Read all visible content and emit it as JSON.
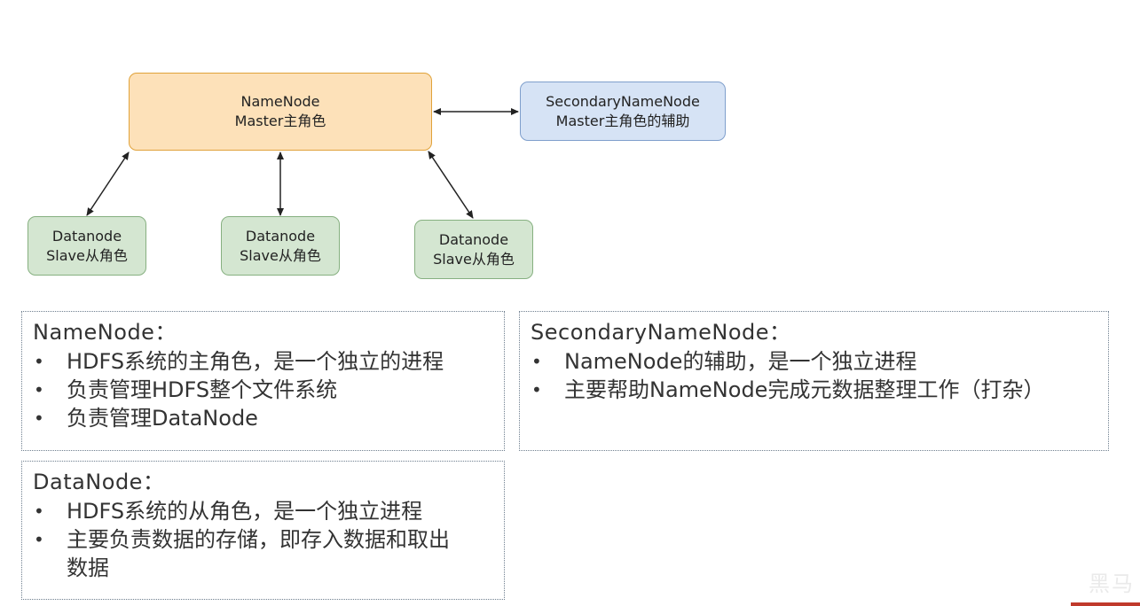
{
  "diagram": {
    "master": {
      "line1": "NameNode",
      "line2": "Master主角色"
    },
    "secondary": {
      "line1": "SecondaryNameNode",
      "line2": "Master主角色的辅助"
    },
    "slaves": [
      {
        "line1": "Datanode",
        "line2": "Slave从角色"
      },
      {
        "line1": "Datanode",
        "line2": "Slave从角色"
      },
      {
        "line1": "Datanode",
        "line2": "Slave从角色"
      }
    ],
    "colors": {
      "master_fill": "#fde1b9",
      "master_border": "#e0a23a",
      "secondary_fill": "#d6e3f5",
      "secondary_border": "#7f9fcc",
      "slave_fill": "#d4e6d1",
      "slave_border": "#86b080",
      "arrow": "#222222"
    }
  },
  "panels": {
    "namenode": {
      "heading": "NameNode：",
      "items": [
        "HDFS系统的主角色，是一个独立的进程",
        "负责管理HDFS整个文件系统",
        "负责管理DataNode"
      ]
    },
    "secondary": {
      "heading": "SecondaryNameNode：",
      "items": [
        "NameNode的辅助，是一个独立进程",
        "主要帮助NameNode完成元数据整理工作（打杂）"
      ]
    },
    "datanode": {
      "heading": "DataNode：",
      "items": [
        "HDFS系统的从角色，是一个独立进程",
        "主要负责数据的存储，即存入数据和取出",
        "数据"
      ]
    }
  },
  "watermark": "黑马"
}
